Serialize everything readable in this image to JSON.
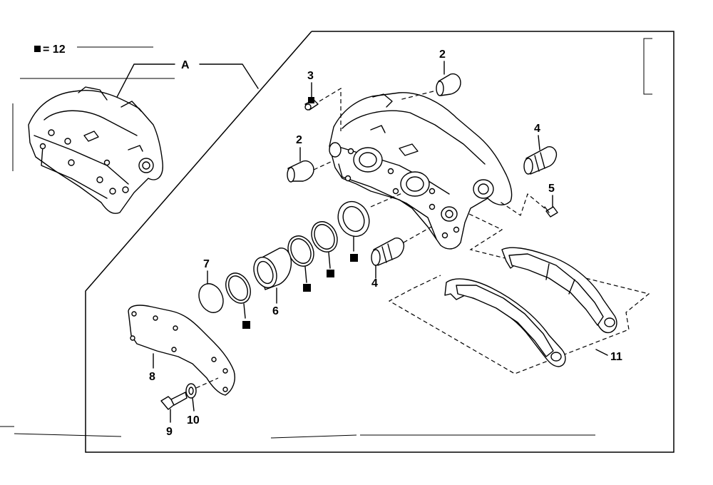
{
  "legend": {
    "symbol": "■",
    "text": "= 12"
  },
  "labels": {
    "A": "A",
    "p2a": "2",
    "p2b": "2",
    "p3": "3",
    "p4a": "4",
    "p4b": "4",
    "p5": "5",
    "p6": "6",
    "p7": "7",
    "p8": "8",
    "p9": "9",
    "p10": "10",
    "p11": "11"
  }
}
